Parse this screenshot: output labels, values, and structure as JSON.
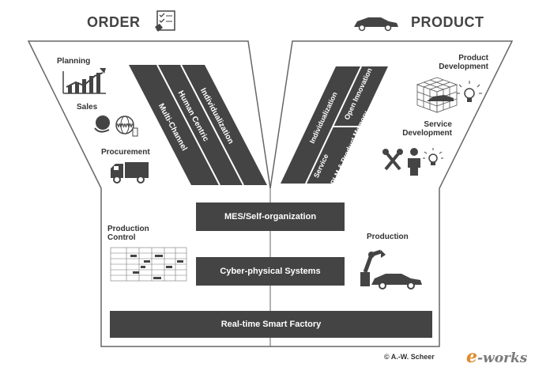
{
  "header": {
    "order_title": "ORDER",
    "product_title": "PRODUCT"
  },
  "left_labels": {
    "planning": "Planning",
    "sales": "Sales",
    "procurement": "Procurement",
    "production_control_1": "Production",
    "production_control_2": "Control"
  },
  "right_labels": {
    "product_dev_1": "Product",
    "product_dev_2": "Development",
    "service_dev_1": "Service",
    "service_dev_2": "Development",
    "production": "Production"
  },
  "left_stripes": [
    "Multi-Channel",
    "Human Centric",
    "Individualization"
  ],
  "right_stripes": [
    "Individualization",
    "Open Innovation",
    "Service",
    "PLM & Product Memory"
  ],
  "layers": {
    "mes": "MES/Self-organization",
    "cps": "Cyber-physical Systems",
    "factory": "Real-time Smart Factory"
  },
  "footer": {
    "copyright": "© A.-W. Scheer",
    "logo_letter": "e",
    "logo_rest": "-works"
  },
  "colors": {
    "dark": "#444444",
    "outline": "#555555",
    "accent": "#e08a2a"
  }
}
